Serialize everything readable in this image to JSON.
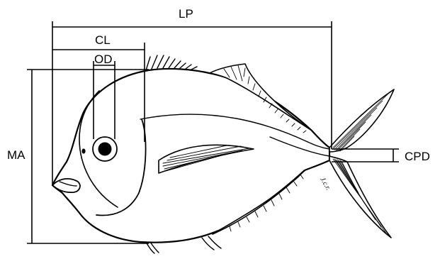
{
  "diagram": {
    "subject": "fish",
    "labels": {
      "lp": "LP",
      "cl": "CL",
      "od": "OD",
      "ma": "MA",
      "cpd": "CPD"
    },
    "signature": "J.c.r.",
    "colors": {
      "ink": "#000000",
      "background": "#ffffff"
    }
  }
}
